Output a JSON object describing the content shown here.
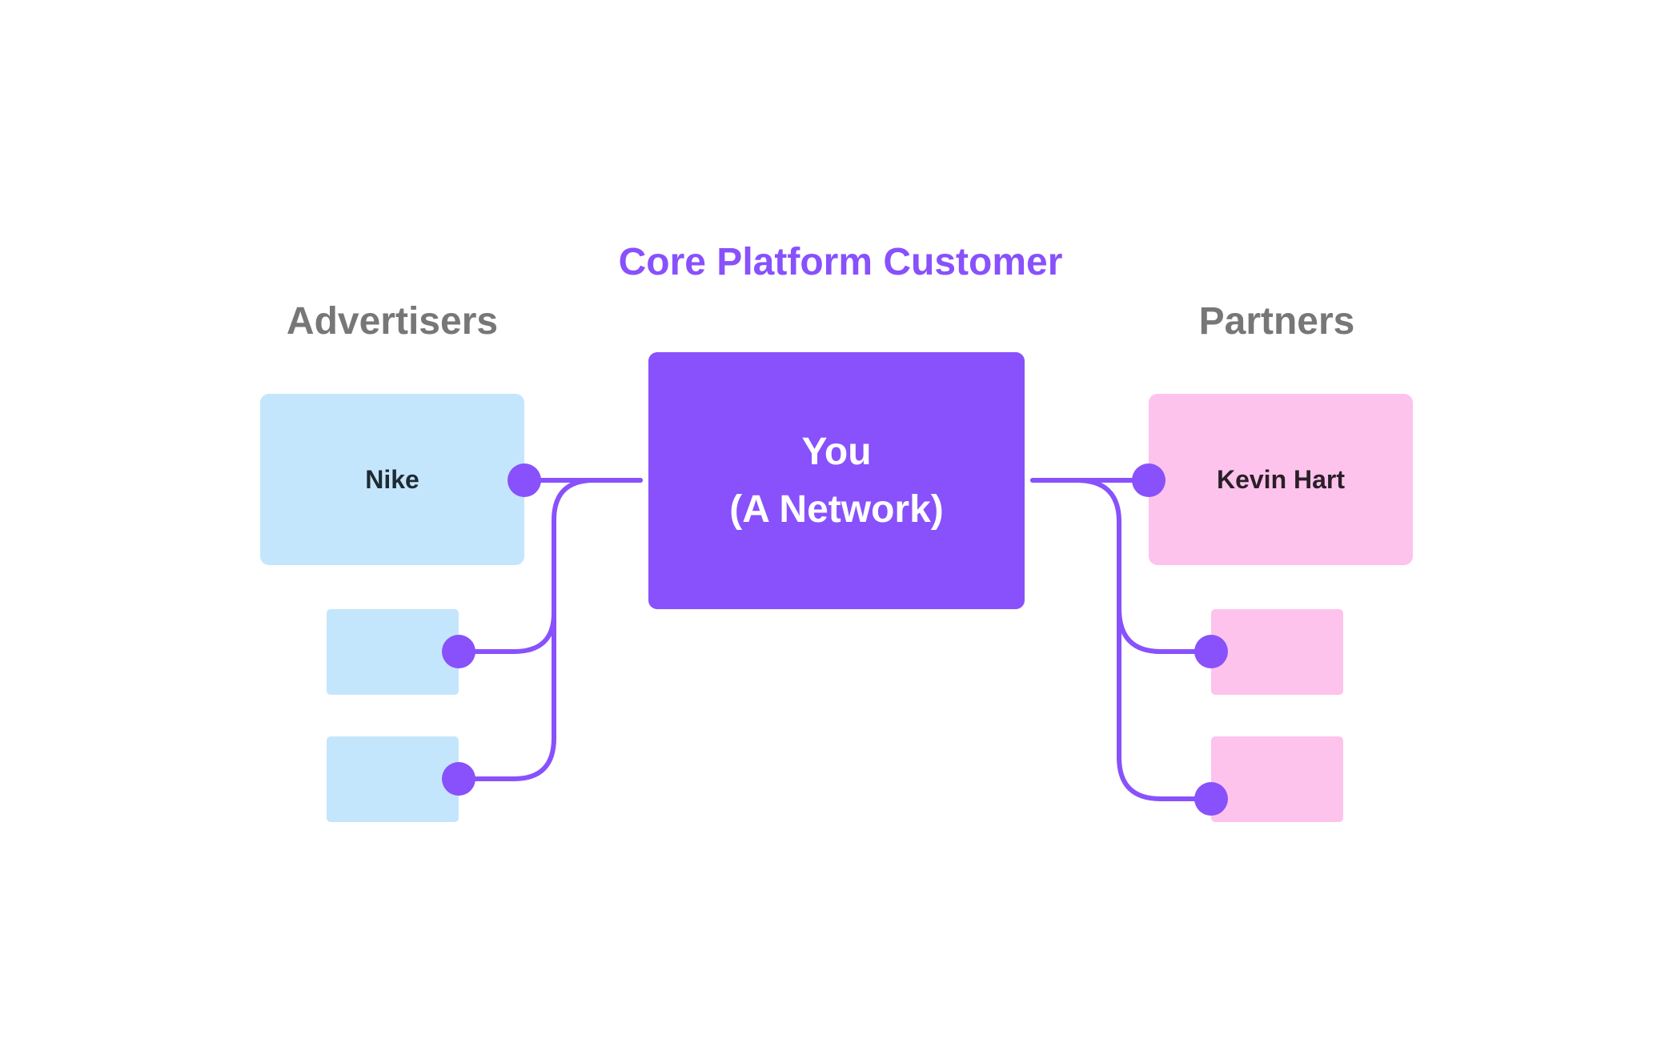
{
  "diagram": {
    "title": "Core Platform Customer",
    "left_group": {
      "label": "Advertisers",
      "nodes": [
        "Nike",
        "",
        ""
      ]
    },
    "center": {
      "line1": "You",
      "line2": "(A Network)"
    },
    "right_group": {
      "label": "Partners",
      "nodes": [
        "Kevin Hart",
        "",
        ""
      ]
    },
    "colors": {
      "accent": "#8851fb",
      "advertiser_fill": "#c4e6fc",
      "partner_fill": "#fdc3ec",
      "label_gray": "#777777"
    }
  }
}
